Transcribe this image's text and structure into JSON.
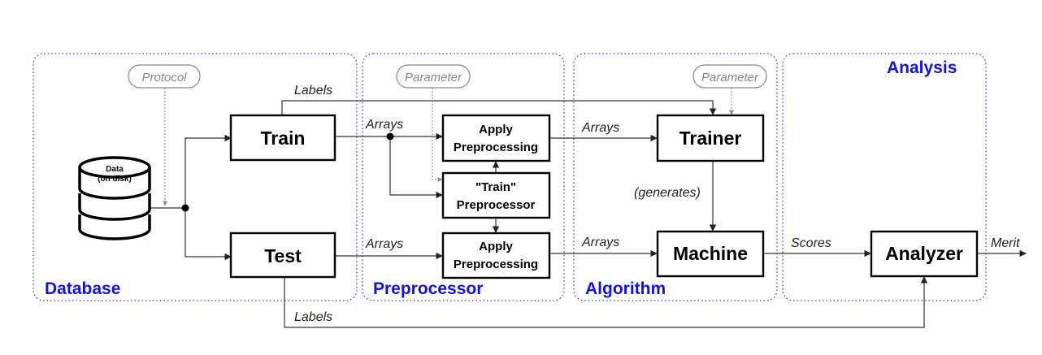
{
  "regions": {
    "database": "Database",
    "preprocessor": "Preprocessor",
    "algorithm": "Algorithm",
    "analysis": "Analysis"
  },
  "database_cylinder": {
    "line1": "Data",
    "line2": "(on disk)"
  },
  "parameters": {
    "protocol": "Protocol",
    "preprocessor_parameter": "Parameter",
    "trainer_parameter": "Parameter"
  },
  "boxes": {
    "train": "Train",
    "test": "Test",
    "apply_preprocessing_top": [
      "Apply",
      "Preprocessing"
    ],
    "train_preprocessor": [
      "\"Train\"",
      "Preprocessor"
    ],
    "apply_preprocessing_bottom": [
      "Apply",
      "Preprocessing"
    ],
    "trainer": "Trainer",
    "machine": "Machine",
    "analyzer": "Analyzer"
  },
  "edge_labels": {
    "labels_top": "Labels",
    "arrays_train": "Arrays",
    "arrays_test": "Arrays",
    "arrays_to_trainer": "Arrays",
    "arrays_to_machine": "Arrays",
    "generates": "(generates)",
    "scores": "Scores",
    "merit": "Merit",
    "labels_bottom": "Labels"
  },
  "colors": {
    "region_border": "#3a3ad8",
    "region_label": "#1414d2",
    "parameter_gray": "#888888"
  }
}
